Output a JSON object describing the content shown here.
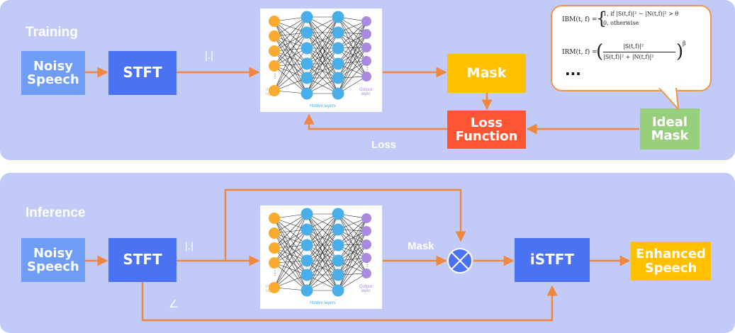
{
  "training": {
    "label": "Training",
    "noisy_speech": "Noisy\nSpeech",
    "stft": "STFT",
    "magnitude": "|.|",
    "mask": "Mask",
    "loss_function": "Loss\nFunction",
    "ideal_mask": "Ideal\nMask",
    "loss": "Loss"
  },
  "inference": {
    "label": "Inference",
    "noisy_speech": "Noisy\nSpeech",
    "stft": "STFT",
    "magnitude": "|.|",
    "phase": "∠",
    "mask": "Mask",
    "istft": "iSTFT",
    "enhanced_speech": "Enhanced\nSpeech"
  },
  "network": {
    "input_layer": "Input\nlayer",
    "hidden_layers": "Hidden layers",
    "output_layer": "Output\nlayer"
  },
  "formulas": {
    "ibm_lhs": "IBM(t, f) =",
    "ibm_case1": "1,   if |S(t,f)|² − |N(t,f)|² > θ",
    "ibm_case2": "0,            otherwise",
    "irm_lhs": "IRM(t, f) =",
    "irm_num": "|S(t,f)|²",
    "irm_den": "|S(t,f)|² + |N(t,f)|²",
    "irm_exp": "β",
    "ellipsis": "..."
  },
  "colors": {
    "panel": "#c2cbf7",
    "noisy": "#6f9cf5",
    "stft": "#4a72f2",
    "mask": "#ffc000",
    "loss_fn": "#ff5533",
    "ideal": "#97cf7c",
    "arrow": "#f0873f",
    "input_node": "#f9ab2f",
    "hidden_node": "#4aaeea",
    "output_node": "#a98ae0"
  }
}
